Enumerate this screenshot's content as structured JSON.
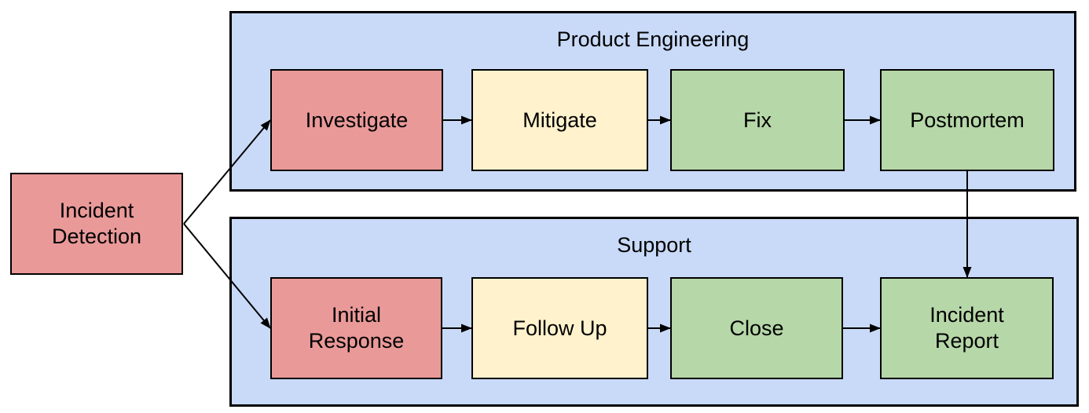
{
  "diagram": {
    "type": "flowchart",
    "background": "#ffffff",
    "palette": {
      "red_step": "#ea9999",
      "yellow_step": "#fff2cc",
      "green_step": "#b6d7a8",
      "lane_blue": "#c9daf8",
      "border": "#000000",
      "text": "#000000"
    },
    "start_node": {
      "id": "incident-detection",
      "label": "Incident Detection",
      "color": "#ea9999"
    },
    "groups": [
      {
        "id": "product-engineering",
        "title": "Product Engineering",
        "color": "#c9daf8",
        "nodes": [
          {
            "id": "investigate",
            "label": "Investigate",
            "color": "#ea9999"
          },
          {
            "id": "mitigate",
            "label": "Mitigate",
            "color": "#fff2cc"
          },
          {
            "id": "fix",
            "label": "Fix",
            "color": "#b6d7a8"
          },
          {
            "id": "postmortem",
            "label": "Postmortem",
            "color": "#b6d7a8"
          }
        ]
      },
      {
        "id": "support",
        "title": "Support",
        "color": "#c9daf8",
        "nodes": [
          {
            "id": "initial-response",
            "label": "Initial Response",
            "color": "#ea9999"
          },
          {
            "id": "follow-up",
            "label": "Follow Up",
            "color": "#fff2cc"
          },
          {
            "id": "close",
            "label": "Close",
            "color": "#b6d7a8"
          },
          {
            "id": "incident-report",
            "label": "Incident Report",
            "color": "#b6d7a8"
          }
        ]
      }
    ],
    "edges": [
      {
        "from": "incident-detection",
        "to": "investigate"
      },
      {
        "from": "incident-detection",
        "to": "initial-response"
      },
      {
        "from": "investigate",
        "to": "mitigate"
      },
      {
        "from": "mitigate",
        "to": "fix"
      },
      {
        "from": "fix",
        "to": "postmortem"
      },
      {
        "from": "postmortem",
        "to": "incident-report"
      },
      {
        "from": "initial-response",
        "to": "follow-up"
      },
      {
        "from": "follow-up",
        "to": "close"
      },
      {
        "from": "close",
        "to": "incident-report"
      }
    ]
  }
}
